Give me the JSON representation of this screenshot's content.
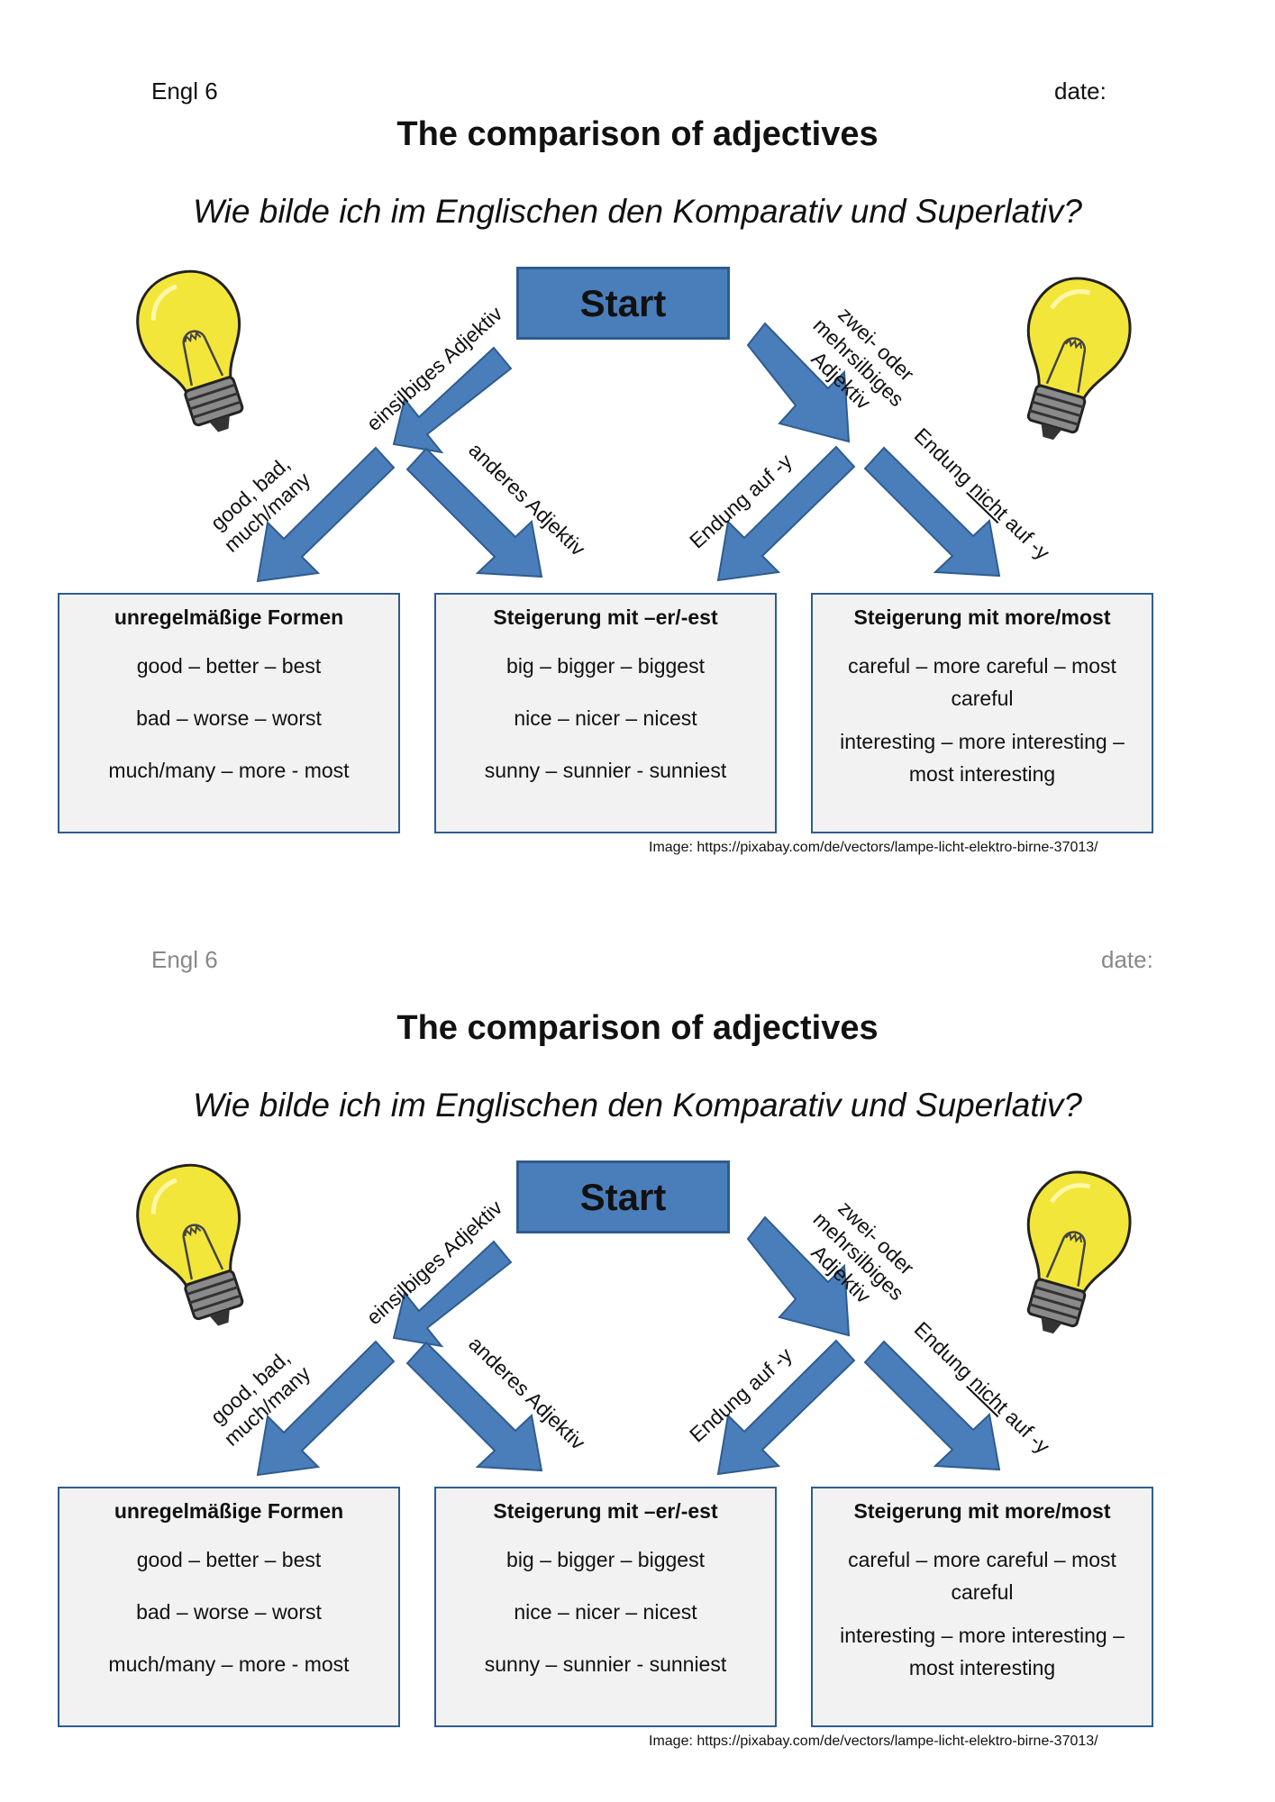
{
  "worksheets": [
    {
      "class_label": "Engl 6",
      "date_label": "date:",
      "title": "The comparison of adjectives",
      "subtitle": "Wie bilde ich im Englischen den Komparativ und Superlativ?",
      "start_label": "Start",
      "branch_labels": {
        "one_syllable": "einsilbiges Adjektiv",
        "multi_syllable_lines": [
          "zwei- oder",
          "mehrsilbiges",
          "Adjektiv"
        ],
        "irregular_lines": [
          "good, bad,",
          "much/many"
        ],
        "other_adjective": "anderes Adjektiv",
        "ending_y": "Endung auf -y",
        "ending_not_y": {
          "before": "Endung ",
          "underlined": "nicht",
          "after": " auf -y"
        }
      },
      "boxes": [
        {
          "heading": "unregelmäßige Formen",
          "lines": [
            "good – better – best",
            "bad – worse – worst",
            "much/many – more - most"
          ]
        },
        {
          "heading": "Steigerung mit –er/-est",
          "lines": [
            "big – bigger – biggest",
            "nice – nicer – nicest",
            "sunny – sunnier - sunniest"
          ]
        },
        {
          "heading": "Steigerung mit more/most",
          "lines": [
            "careful – more careful – most careful",
            "interesting – more interesting – most interesting"
          ]
        }
      ],
      "image_credit": "Image: https://pixabay.com/de/vectors/lampe-licht-elektro-birne-37013/"
    },
    {
      "class_label": "Engl 6",
      "date_label": "date:",
      "title": "The comparison of adjectives",
      "subtitle": "Wie bilde ich im Englischen den Komparativ und Superlativ?",
      "start_label": "Start",
      "branch_labels": {
        "one_syllable": "einsilbiges Adjektiv",
        "multi_syllable_lines": [
          "zwei- oder",
          "mehrsilbiges",
          "Adjektiv"
        ],
        "irregular_lines": [
          "good, bad,",
          "much/many"
        ],
        "other_adjective": "anderes Adjektiv",
        "ending_y": "Endung auf -y",
        "ending_not_y": {
          "before": "Endung ",
          "underlined": "nicht",
          "after": " auf -y"
        }
      },
      "boxes": [
        {
          "heading": "unregelmäßige Formen",
          "lines": [
            "good – better – best",
            "bad – worse – worst",
            "much/many – more - most"
          ]
        },
        {
          "heading": "Steigerung mit –er/-est",
          "lines": [
            "big – bigger – biggest",
            "nice – nicer – nicest",
            "sunny – sunnier - sunniest"
          ]
        },
        {
          "heading": "Steigerung mit more/most",
          "lines": [
            "careful – more careful – most careful",
            "interesting – more interesting – most interesting"
          ]
        }
      ],
      "image_credit": "Image: https://pixabay.com/de/vectors/lampe-licht-elektro-birne-37013/"
    }
  ],
  "colors": {
    "arrow_fill": "#4a7ebb",
    "arrow_stroke": "#2f5c8f",
    "box_fill": "#f2f2f2",
    "bulb_glass": "#f3e63a"
  },
  "icons": [
    "light-bulb-icon"
  ]
}
